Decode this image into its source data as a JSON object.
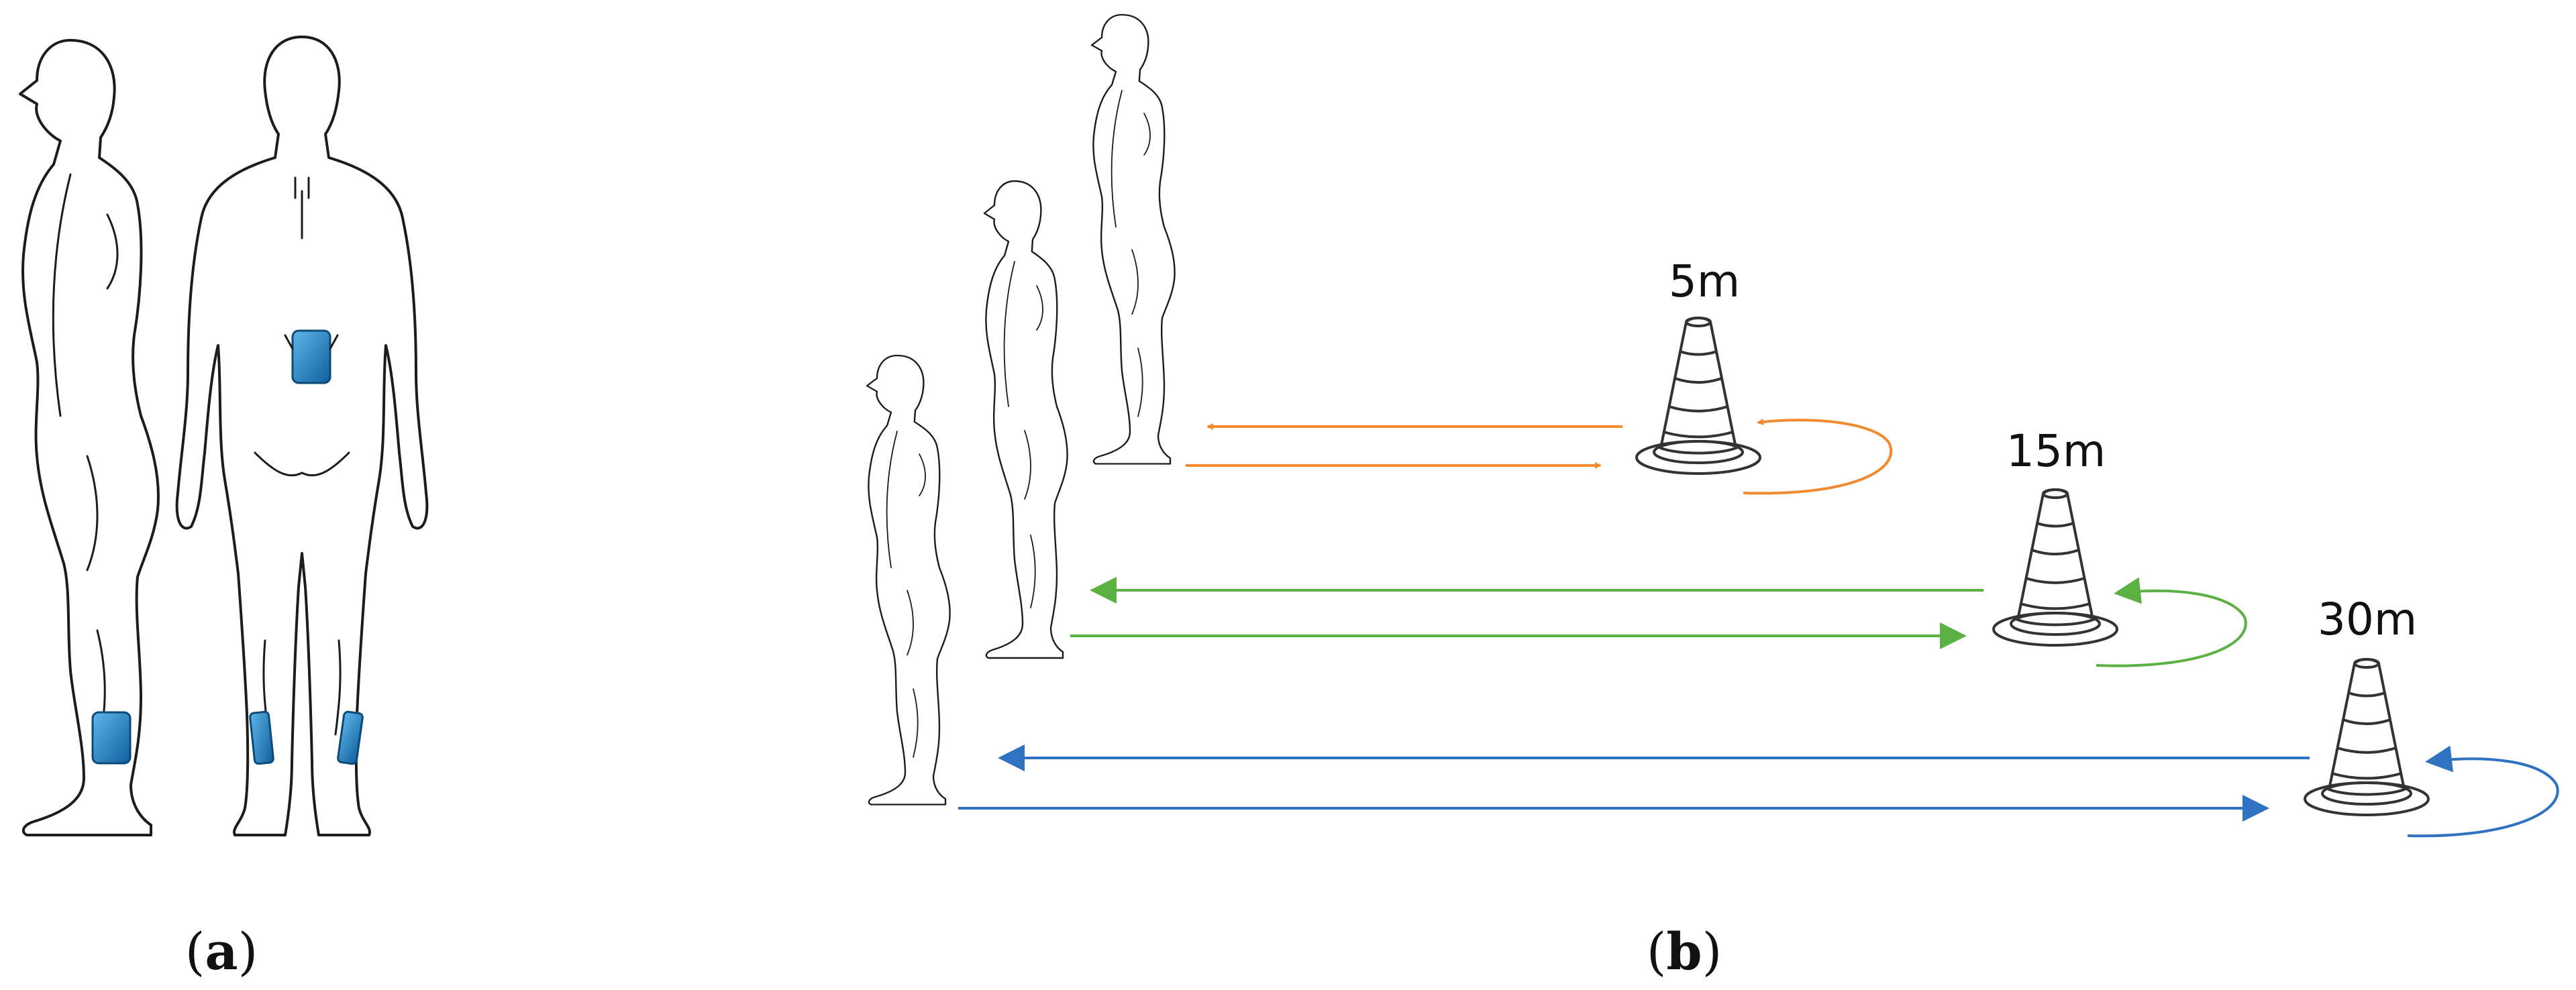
{
  "panels": {
    "a": {
      "label_open": "(",
      "label_letter": "a",
      "label_close": ")",
      "sensor_color": "#1c79c0"
    },
    "b": {
      "label_open": "(",
      "label_letter": "b",
      "label_close": ")",
      "trials": [
        {
          "distance_label": "5m",
          "color": "#f28a30"
        },
        {
          "distance_label": "15m",
          "color": "#5cb144"
        },
        {
          "distance_label": "30m",
          "color": "#2f72c2"
        }
      ]
    }
  }
}
